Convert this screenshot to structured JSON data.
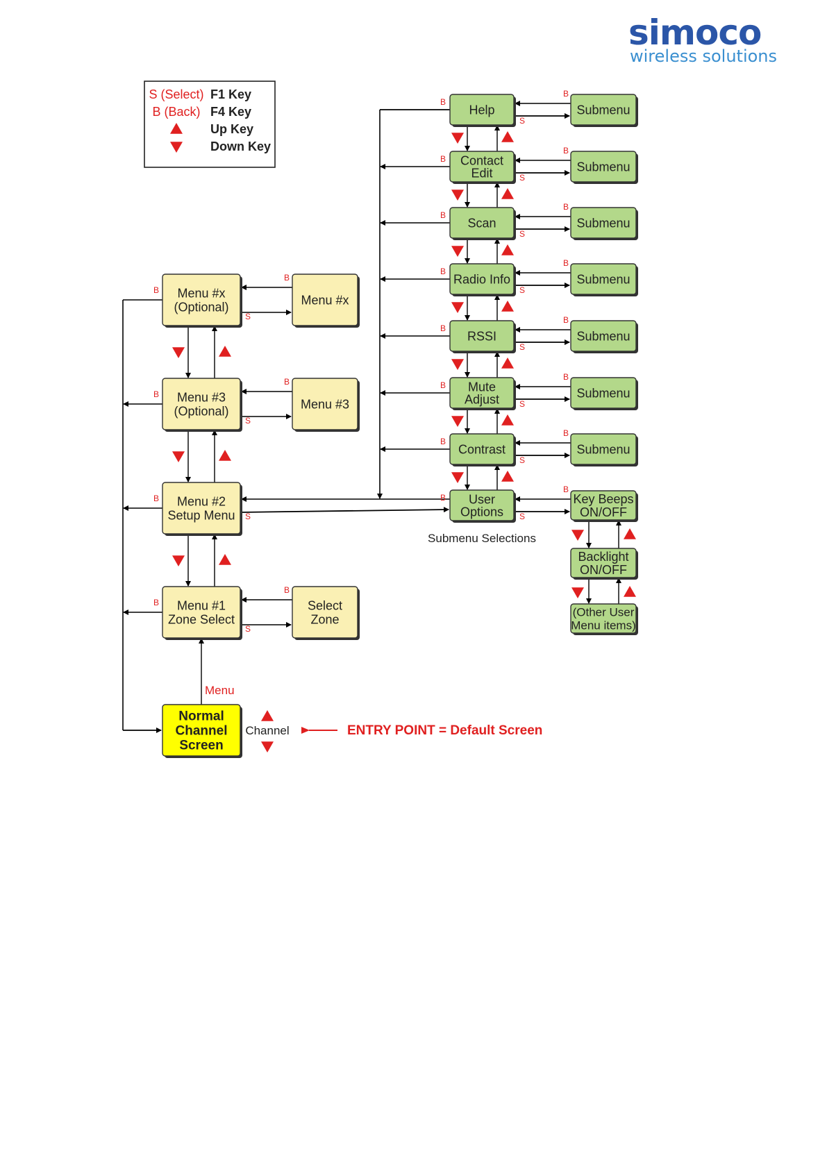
{
  "logo": {
    "brand": "simoco",
    "tagline": "wireless solutions"
  },
  "legend": {
    "rows": [
      {
        "symbol": "S (Select)",
        "key": "F1 Key"
      },
      {
        "symbol": "B (Back)",
        "key": "F4 Key"
      },
      {
        "symbol": "up-triangle",
        "key": "Up Key"
      },
      {
        "symbol": "down-triangle",
        "key": "Down Key"
      }
    ]
  },
  "nodes": {
    "menu_x": "Menu #x (Optional)",
    "menu_x_sub": "Menu #x",
    "menu_3": "Menu #3 (Optional)",
    "menu_3_sub": "Menu #3",
    "menu_2": "Menu #2 Setup Menu",
    "menu_1": "Menu #1 Zone Select",
    "select_zone": "Select Zone",
    "normal": "Normal Channel Screen",
    "help": "Help",
    "contact_edit": "Contact Edit",
    "scan": "Scan",
    "radio_info": "Radio Info",
    "rssi": "RSSI",
    "mute_adjust": "Mute Adjust",
    "contrast": "Contrast",
    "user_options": "User Options",
    "submenu": "Submenu",
    "key_beeps": "Key Beeps ON/OFF",
    "backlight": "Backlight ON/OFF",
    "other_user": "(Other User Menu items)"
  },
  "labels": {
    "back": "B",
    "select": "S",
    "menu_key": "Menu",
    "channel": "Channel",
    "entry_point": "ENTRY POINT = Default Screen",
    "submenu_selections": "Submenu Selections"
  },
  "colors": {
    "yellow_box": "#faf0b4",
    "green_box": "#b3d88a",
    "entry_box": "#ffff00",
    "red": "#e02020",
    "brand_blue": "#2b56a8",
    "brand_light_blue": "#3a8fd0"
  }
}
